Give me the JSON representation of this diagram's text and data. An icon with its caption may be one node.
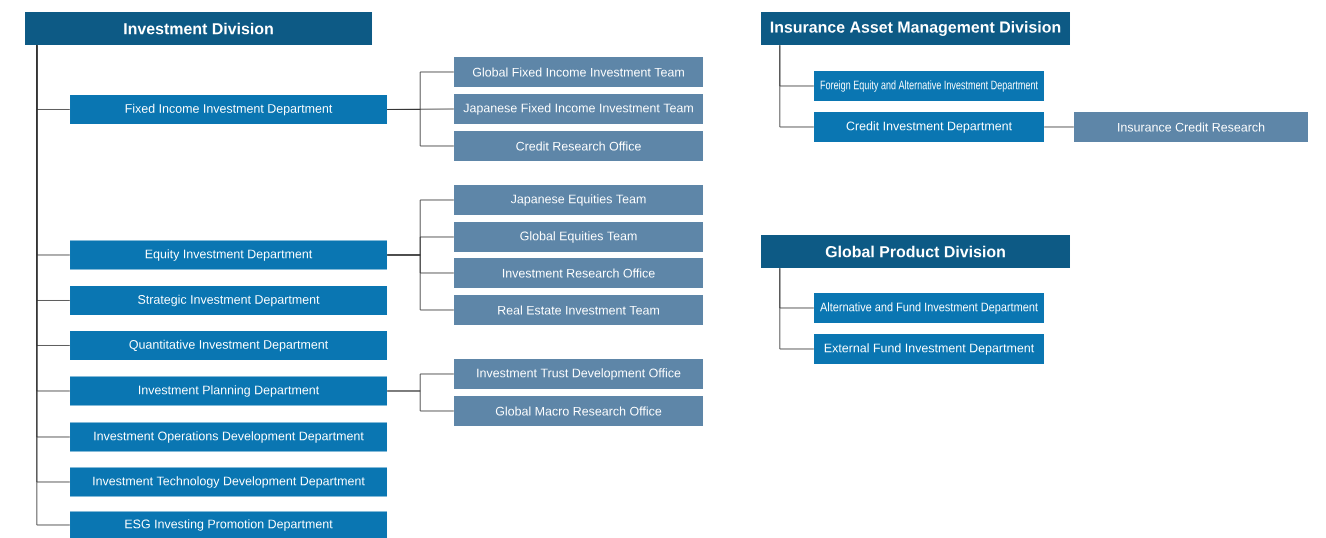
{
  "diagram": {
    "nodes": [
      {
        "text": [
          "Investment Division"
        ]
      },
      {
        "text": [
          "Fixed Income Investment Department"
        ]
      },
      {
        "text": [
          "Global Fixed Income Investment Team"
        ]
      },
      {
        "text": [
          "Japanese Fixed Income Investment Team"
        ]
      },
      {
        "text": [
          "Credit Research Office"
        ]
      },
      {
        "text": [
          "Equity Investment Department"
        ]
      },
      {
        "text": [
          "Japanese Equities Team"
        ]
      },
      {
        "text": [
          "Global Equities Team"
        ]
      },
      {
        "text": [
          "Investment Research Office"
        ]
      },
      {
        "text": [
          "Real Estate Investment Team"
        ]
      },
      {
        "text": [
          "Strategic Investment Department"
        ]
      },
      {
        "text": [
          "Quantitative Investment Department"
        ]
      },
      {
        "text": [
          "Investment Planning Department"
        ]
      },
      {
        "text": [
          "Investment Trust Development Office"
        ]
      },
      {
        "text": [
          "Global Macro Research Office"
        ]
      },
      {
        "text": [
          "Investment Operations Development Department"
        ]
      },
      {
        "text": [
          "Investment Technology Development Department"
        ]
      },
      {
        "text": [
          "ESG Investing Promotion Department"
        ]
      },
      {
        "text": [
          "Insurance Asset Management Division"
        ]
      },
      {
        "text": [
          "Foreign Equity and Alternative Investment Department"
        ]
      },
      {
        "text": [
          "Credit Investment Department"
        ]
      },
      {
        "text": [
          "Insurance Credit Research"
        ]
      },
      {
        "text": [
          "Global Product Division"
        ]
      },
      {
        "text": [
          "Alternative and Fund Investment Department"
        ]
      },
      {
        "text": [
          "External Fund Investment Department"
        ]
      }
    ],
    "edges": [
      {
        "from": 0,
        "to": 1,
        "arrow": "none"
      },
      {
        "from": 0,
        "to": 5,
        "arrow": "none"
      },
      {
        "from": 0,
        "to": 10,
        "arrow": "none"
      },
      {
        "from": 0,
        "to": 11,
        "arrow": "none"
      },
      {
        "from": 0,
        "to": 12,
        "arrow": "none"
      },
      {
        "from": 0,
        "to": 15,
        "arrow": "none"
      },
      {
        "from": 0,
        "to": 16,
        "arrow": "none"
      },
      {
        "from": 0,
        "to": 17,
        "arrow": "none"
      },
      {
        "from": 1,
        "to": 2,
        "arrow": "none"
      },
      {
        "from": 1,
        "to": 3,
        "arrow": "none"
      },
      {
        "from": 1,
        "to": 4,
        "arrow": "none"
      },
      {
        "from": 5,
        "to": 6,
        "arrow": "none"
      },
      {
        "from": 5,
        "to": 7,
        "arrow": "none"
      },
      {
        "from": 5,
        "to": 8,
        "arrow": "none"
      },
      {
        "from": 5,
        "to": 9,
        "arrow": "none"
      },
      {
        "from": 12,
        "to": 13,
        "arrow": "none"
      },
      {
        "from": 12,
        "to": 14,
        "arrow": "none"
      },
      {
        "from": 18,
        "to": 19,
        "arrow": "none"
      },
      {
        "from": 18,
        "to": 20,
        "arrow": "none"
      },
      {
        "from": 20,
        "to": 21,
        "arrow": "none"
      },
      {
        "from": 22,
        "to": 23,
        "arrow": "none"
      },
      {
        "from": 22,
        "to": 24,
        "arrow": "none"
      }
    ]
  }
}
